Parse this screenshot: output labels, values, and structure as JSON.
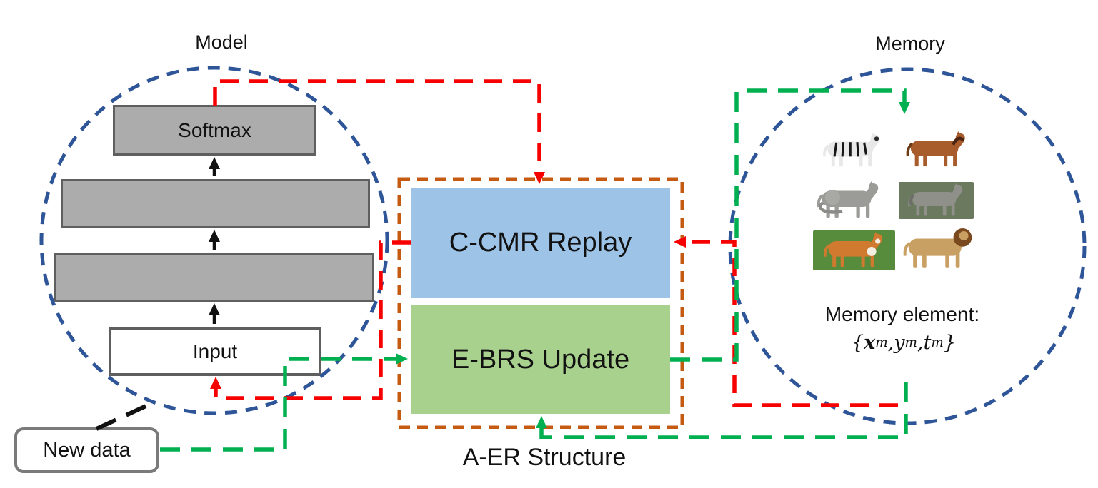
{
  "titles": {
    "model": "Model",
    "memory": "Memory"
  },
  "model": {
    "softmax_label": "Softmax",
    "input_label": "Input"
  },
  "new_data": {
    "label": "New data"
  },
  "aer": {
    "replay_label": "C-CMR Replay",
    "update_label": "E-BRS Update",
    "caption": "A-ER Structure"
  },
  "memory": {
    "element_label": "Memory element:",
    "math": {
      "open": "{",
      "x": "x",
      "y": "y",
      "t": "t",
      "sub": "m",
      "comma": ", ",
      "close": "}"
    },
    "animals": [
      "zebra",
      "horse",
      "cat",
      "wolf",
      "corgi",
      "lion"
    ]
  },
  "colors": {
    "red": "#f70000",
    "green": "#00b050",
    "blue_dash": "#2e5597",
    "orange": "#c55a11",
    "box_blue": "#9dc3e6",
    "box_green": "#a9d18e",
    "gray_fill": "#acacac",
    "gray_border": "#5f5f5f",
    "newdata_border": "#7a7a7a",
    "text": "#111111",
    "white": "#ffffff"
  }
}
